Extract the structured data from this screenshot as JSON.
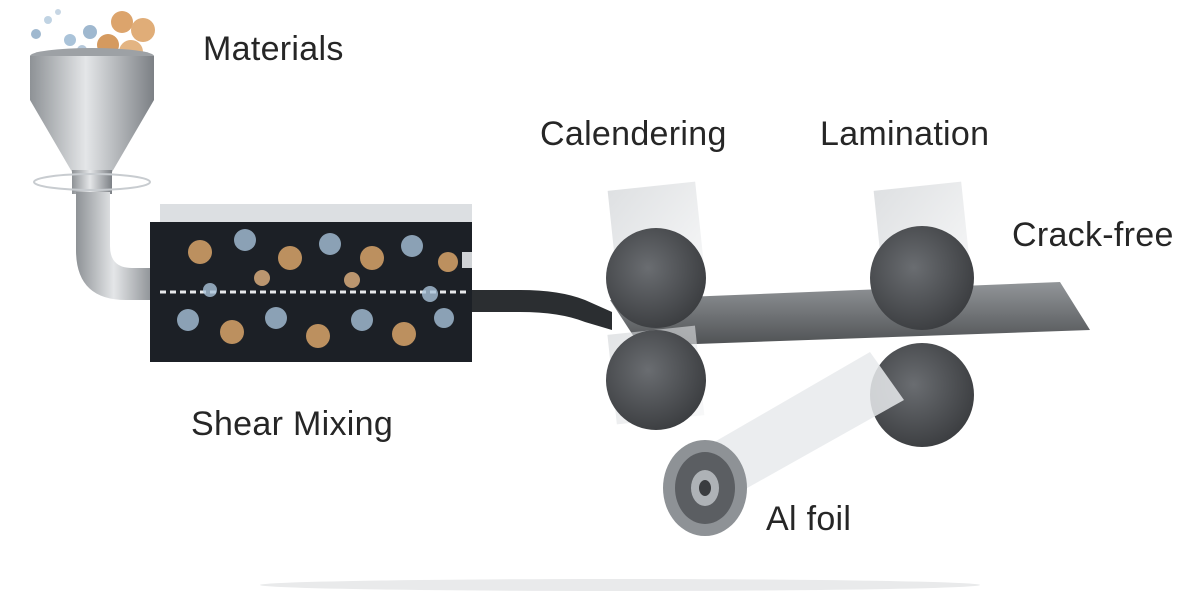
{
  "labels": {
    "materials": "Materials",
    "calendering": "Calendering",
    "lamination": "Lamination",
    "crack_free": "Crack-free",
    "shear_mixing": "Shear Mixing",
    "al_foil": "Al foil"
  },
  "colors": {
    "roller": "#4a4c4f",
    "film": "#3c3f42",
    "mixer_body": "#1c2026",
    "hopper": "#b9bcbf",
    "particles": "#d8a46a"
  }
}
